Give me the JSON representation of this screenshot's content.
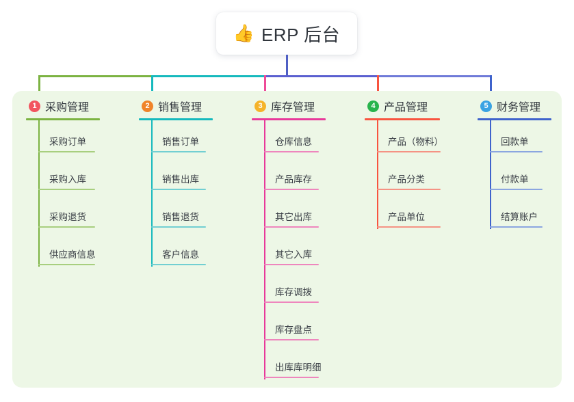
{
  "root": {
    "icon": "thumbs-up-icon",
    "icon_glyph": "👍",
    "title": "ERP 后台"
  },
  "panel": {
    "background": "#edf7e6"
  },
  "connector": {
    "stem_color": "#4f5fc4",
    "segments": [
      {
        "color": "#7cb342"
      },
      {
        "color": "#16b9bd"
      },
      {
        "color": "#5a5fd0"
      },
      {
        "color": "#6f7ad8"
      },
      {
        "color": "#3f63cc"
      }
    ]
  },
  "columns": [
    {
      "index": "1",
      "title": "采购管理",
      "badge_color": "#f2555f",
      "line_color": "#7cb342",
      "item_line_color": "#a8cf7f",
      "drop_color": "#7cb342",
      "items": [
        {
          "label": "采购订单"
        },
        {
          "label": "采购入库"
        },
        {
          "label": "采购退货"
        },
        {
          "label": "供应商信息"
        }
      ]
    },
    {
      "index": "2",
      "title": "销售管理",
      "badge_color": "#f0842a",
      "line_color": "#16b9bd",
      "item_line_color": "#72cfd2",
      "drop_color": "#16b9bd",
      "items": [
        {
          "label": "销售订单"
        },
        {
          "label": "销售出库"
        },
        {
          "label": "销售退货"
        },
        {
          "label": "客户信息"
        }
      ]
    },
    {
      "index": "3",
      "title": "库存管理",
      "badge_color": "#f5b32a",
      "line_color": "#e8399a",
      "item_line_color": "#ee86bd",
      "drop_color": "#ee4b98",
      "items": [
        {
          "label": "仓库信息"
        },
        {
          "label": "产品库存"
        },
        {
          "label": "其它出库"
        },
        {
          "label": "其它入库"
        },
        {
          "label": "库存调拨"
        },
        {
          "label": "库存盘点"
        },
        {
          "label": "出库库明细"
        }
      ]
    },
    {
      "index": "4",
      "title": "产品管理",
      "badge_color": "#28b44c",
      "line_color": "#f8543f",
      "item_line_color": "#f59384",
      "drop_color": "#f8543f",
      "items": [
        {
          "label": "产品（物料）"
        },
        {
          "label": "产品分类"
        },
        {
          "label": "产品单位"
        }
      ]
    },
    {
      "index": "5",
      "title": "财务管理",
      "badge_color": "#3aa3e3",
      "line_color": "#3f63cc",
      "item_line_color": "#8ba6e0",
      "drop_color": "#3f63cc",
      "items": [
        {
          "label": "回款单"
        },
        {
          "label": "付款单"
        },
        {
          "label": "结算账户"
        }
      ]
    }
  ]
}
